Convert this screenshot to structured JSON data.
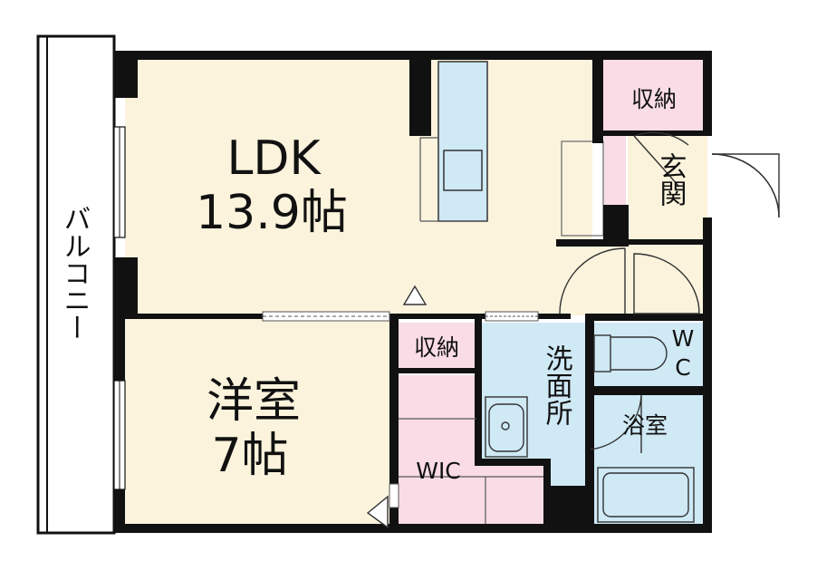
{
  "rooms": {
    "ldk": {
      "name": "LDK",
      "size": "13.9帖"
    },
    "western": {
      "name": "洋室",
      "size": "7帖"
    },
    "storage_top": "収納",
    "storage_mid": "収納",
    "entrance": "玄関",
    "balcony": "バルコニー",
    "washroom": "洗面所",
    "wc_w": "W",
    "wc_c": "C",
    "bath": "浴室",
    "wic": "WIC"
  },
  "colors": {
    "living": "#fbf3dc",
    "wet": "#cfe9f5",
    "storage": "#f9dce6",
    "wall": "#111111"
  }
}
